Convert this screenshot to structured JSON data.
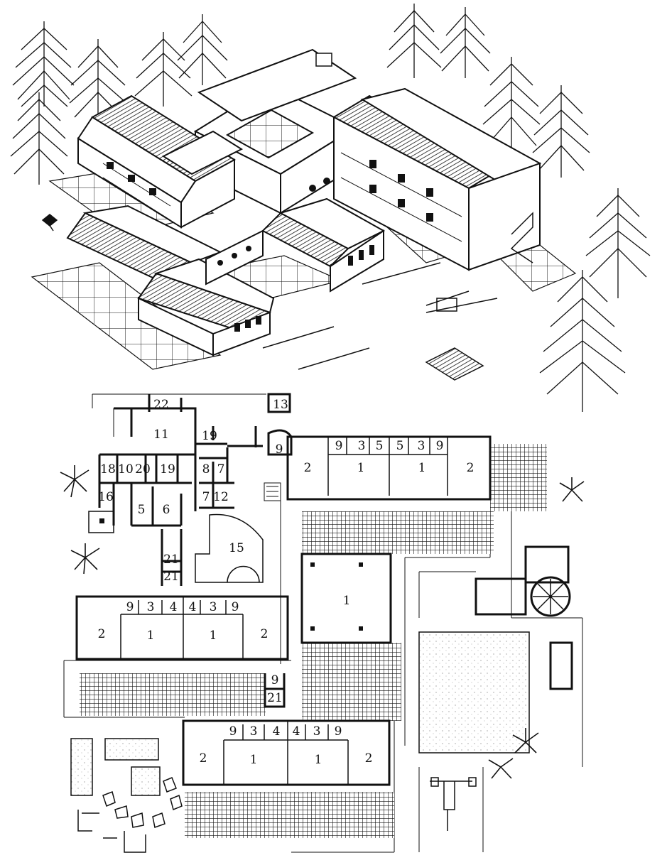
{
  "room_labels": [
    {
      "id": "r22",
      "text": "22"
    },
    {
      "id": "r13",
      "text": "13"
    },
    {
      "id": "r11",
      "text": "11"
    },
    {
      "id": "r19a",
      "text": "19"
    },
    {
      "id": "r9a",
      "text": "9"
    },
    {
      "id": "r18",
      "text": "18"
    },
    {
      "id": "r10",
      "text": "10"
    },
    {
      "id": "r20",
      "text": "20"
    },
    {
      "id": "r19b",
      "text": "19"
    },
    {
      "id": "r8",
      "text": "8"
    },
    {
      "id": "r7a",
      "text": "7"
    },
    {
      "id": "r16",
      "text": "16"
    },
    {
      "id": "r5a",
      "text": "5"
    },
    {
      "id": "r6",
      "text": "6"
    },
    {
      "id": "r7b",
      "text": "7"
    },
    {
      "id": "r12",
      "text": "12"
    },
    {
      "id": "r15",
      "text": "15"
    },
    {
      "id": "r21a",
      "text": "21"
    },
    {
      "id": "r21b",
      "text": "21"
    },
    {
      "id": "ne9a",
      "text": "9"
    },
    {
      "id": "ne3a",
      "text": "3"
    },
    {
      "id": "ne5a",
      "text": "5"
    },
    {
      "id": "ne5b",
      "text": "5"
    },
    {
      "id": "ne3b",
      "text": "3"
    },
    {
      "id": "ne9b",
      "text": "9"
    },
    {
      "id": "ne2a",
      "text": "2"
    },
    {
      "id": "ne1a",
      "text": "1"
    },
    {
      "id": "ne1b",
      "text": "1"
    },
    {
      "id": "ne2b",
      "text": "2"
    },
    {
      "id": "hall1",
      "text": "1"
    },
    {
      "id": "w9a",
      "text": "9"
    },
    {
      "id": "w3a",
      "text": "3"
    },
    {
      "id": "w4a",
      "text": "4"
    },
    {
      "id": "w4b",
      "text": "4"
    },
    {
      "id": "w3b",
      "text": "3"
    },
    {
      "id": "w9b",
      "text": "9"
    },
    {
      "id": "w2a",
      "text": "2"
    },
    {
      "id": "w1a",
      "text": "1"
    },
    {
      "id": "w1b",
      "text": "1"
    },
    {
      "id": "w2b",
      "text": "2"
    },
    {
      "id": "m9",
      "text": "9"
    },
    {
      "id": "m21",
      "text": "21"
    },
    {
      "id": "s9a",
      "text": "9"
    },
    {
      "id": "s3a",
      "text": "3"
    },
    {
      "id": "s4a",
      "text": "4"
    },
    {
      "id": "s4b",
      "text": "4"
    },
    {
      "id": "s3b",
      "text": "3"
    },
    {
      "id": "s9b",
      "text": "9"
    },
    {
      "id": "s2a",
      "text": "2"
    },
    {
      "id": "s1a",
      "text": "1"
    },
    {
      "id": "s1b",
      "text": "1"
    },
    {
      "id": "s2b",
      "text": "2"
    }
  ]
}
